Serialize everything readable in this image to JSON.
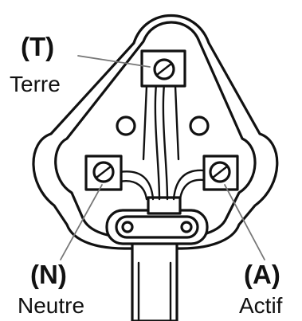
{
  "terminals": {
    "earth": {
      "code": "(T)",
      "name": "Terre"
    },
    "neutral": {
      "code": "(N)",
      "name": "Neutre"
    },
    "live": {
      "code": "(A)",
      "name": "Actif"
    }
  },
  "colors": {
    "outline": "#111111",
    "leader_line": "#777777",
    "background": "#ffffff"
  }
}
